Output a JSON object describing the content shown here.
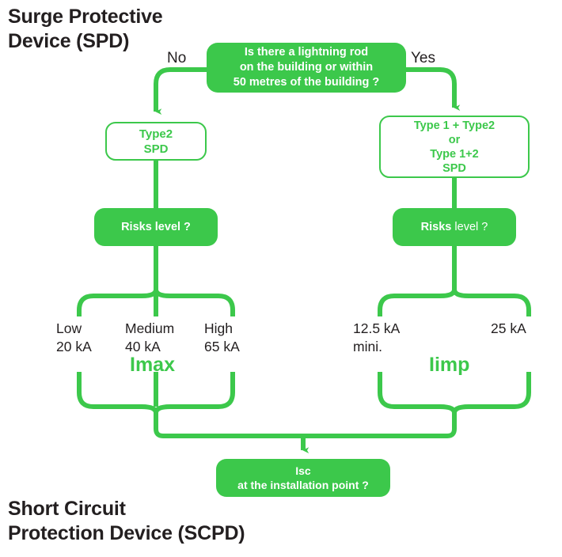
{
  "headers": {
    "top": "Surge Protective\nDevice (SPD)",
    "bottom": "Short Circuit\nProtection Device (SCPD)"
  },
  "colors": {
    "green": "#3cc84b",
    "text_dark": "#231f20",
    "white": "#ffffff"
  },
  "nodes": {
    "question": "Is there a lightning rod\non the building or within\n50 metres of the building ?",
    "type2": "Type2\nSPD",
    "type12": "Type 1 + Type2\nor\nType 1+2\nSPD",
    "risk_left": "Risks level ?",
    "risk_right_strong": "Risks",
    "risk_right_light": " level ?",
    "isc": "Isc\nat the installation point ?"
  },
  "edge_labels": {
    "no": "No",
    "yes": "Yes"
  },
  "leaves": {
    "low": "Low\n20 kA",
    "medium": "Medium\n40 kA",
    "high": "High\n65 kA",
    "min_125": "12.5 kA\nmini.",
    "max_25": "25 kA"
  },
  "symbols": {
    "imax": "Imax",
    "iimp": "Iimp"
  }
}
